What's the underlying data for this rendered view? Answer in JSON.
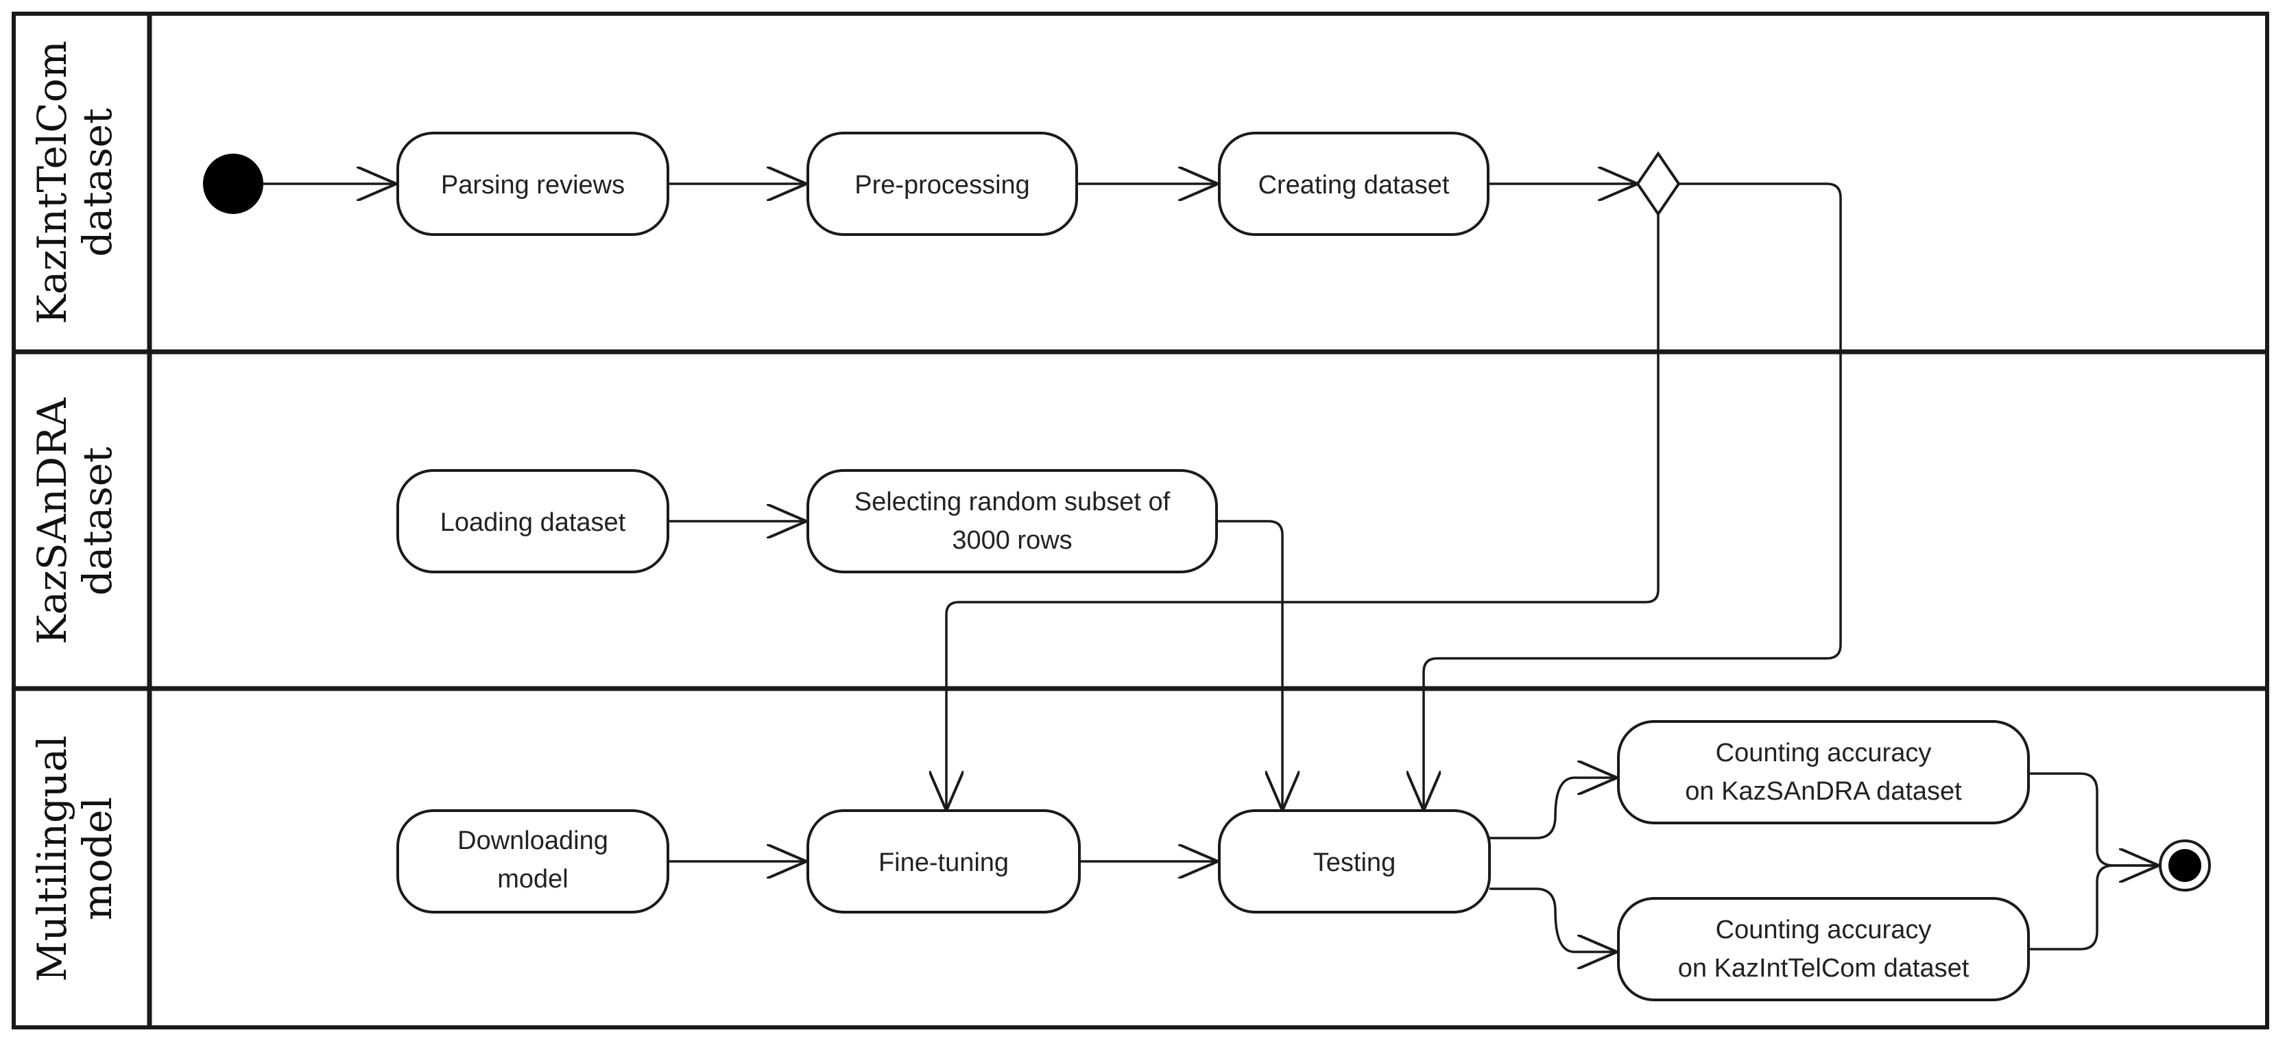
{
  "lanes": [
    {
      "id": "kazinteltcom",
      "lines": [
        "KazIntTelCom",
        "dataset"
      ]
    },
    {
      "id": "kazsandra",
      "lines": [
        "KazSAnDRA",
        "dataset"
      ]
    },
    {
      "id": "multilingual",
      "lines": [
        "Multilingual",
        "model"
      ]
    }
  ],
  "nodes": {
    "parsing": [
      "Parsing reviews"
    ],
    "preprocessing": [
      "Pre-processing"
    ],
    "creating": [
      "Creating dataset"
    ],
    "loading": [
      "Loading dataset"
    ],
    "selecting": [
      "Selecting random subset of",
      "3000 rows"
    ],
    "downloading": [
      "Downloading",
      "model"
    ],
    "finetuning": [
      "Fine-tuning"
    ],
    "testing": [
      "Testing"
    ],
    "acc_kazsandra": [
      "Counting accuracy",
      "on KazSAnDRA dataset"
    ],
    "acc_kazinteltcom": [
      "Counting accuracy",
      "on KazIntTelCom dataset"
    ]
  },
  "colors": {
    "stroke": "#1a1a1a",
    "fill": "#ffffff",
    "text": "#222222"
  }
}
